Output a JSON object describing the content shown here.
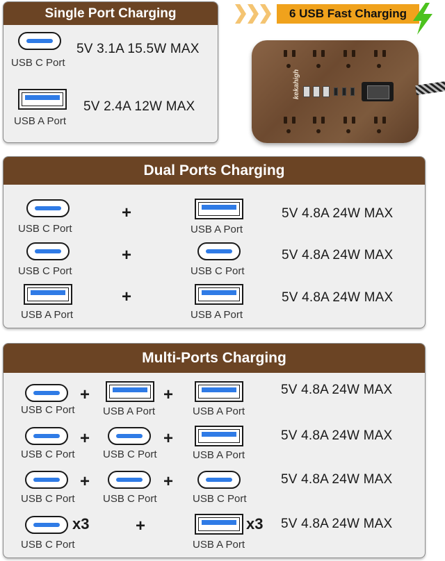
{
  "banner": {
    "text": "6 USB Fast Charging"
  },
  "product": {
    "brand": "kekahigh"
  },
  "single": {
    "title": "Single Port Charging",
    "rows": [
      {
        "port": "USB C Port",
        "spec": "5V 3.1A 15.5W MAX"
      },
      {
        "port": "USB A Port",
        "spec": "5V 2.4A 12W MAX"
      }
    ]
  },
  "dual": {
    "title": "Dual Ports Charging",
    "plus": "+",
    "rows": [
      {
        "p1": "USB C Port",
        "p2": "USB A Port",
        "spec": "5V 4.8A 24W MAX"
      },
      {
        "p1": "USB C Port",
        "p2": "USB C Port",
        "spec": "5V 4.8A 24W MAX"
      },
      {
        "p1": "USB A Port",
        "p2": "USB A Port",
        "spec": "5V 4.8A 24W MAX"
      }
    ]
  },
  "multi": {
    "title": "Multi-Ports Charging",
    "plus": "+",
    "rows": [
      {
        "p1": "USB C Port",
        "p2": "USB A Port",
        "p3": "USB A Port",
        "spec": "5V 4.8A 24W MAX"
      },
      {
        "p1": "USB C Port",
        "p2": "USB C Port",
        "p3": "USB A Port",
        "spec": "5V 4.8A 24W MAX"
      },
      {
        "p1": "USB C Port",
        "p2": "USB C Port",
        "p3": "USB C Port",
        "spec": "5V 4.8A 24W MAX"
      },
      {
        "p1": "USB C Port",
        "x1": "x3",
        "p3": "USB A Port",
        "x3": "x3",
        "spec": "5V 4.8A 24W MAX"
      }
    ]
  },
  "colors": {
    "header": "#6b4424",
    "panel": "#efefef",
    "port_blue": "#2f7be6",
    "banner": "#f0a21c",
    "bolt": "#4cc21e"
  },
  "icons": [
    "usb-c-port-icon",
    "usb-a-port-icon",
    "lightning-bolt-icon",
    "power-strip-image"
  ]
}
